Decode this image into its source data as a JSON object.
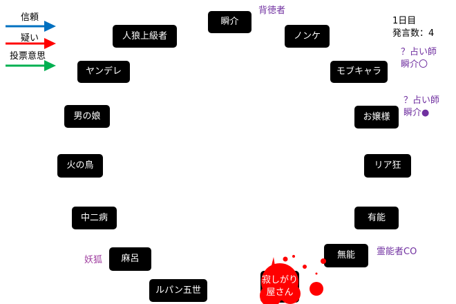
{
  "legend": {
    "trust": "信頼",
    "doubt": "疑い",
    "vote": "投票意思",
    "colors": {
      "trust": "#0070c0",
      "doubt": "#ff0000",
      "vote": "#00b050"
    }
  },
  "info": {
    "day": "1日目",
    "speech_count": "発言数：4"
  },
  "nodes": {
    "shunsuke": "瞬介",
    "jinro": "人狼上級者",
    "nonke": "ノンケ",
    "yandere": "ヤンデレ",
    "mob": "モブキャラ",
    "otokonoko": "男の娘",
    "ojousama": "お嬢様",
    "hinotori": "火の鳥",
    "riakyo": "リア狂",
    "chuni": "中二病",
    "yuno": "有能",
    "maro": "麻呂",
    "muno": "無能",
    "lupin": "ルパン五世",
    "sabishi1": "寂しがり",
    "sabishi2": "屋さん"
  },
  "labels": {
    "haitoku": "背徳者",
    "seer1a": "？占い師",
    "seer1b": "瞬介〇",
    "seer2a": "？占い師",
    "seer2b": "瞬介●",
    "medium": "霊能者CO",
    "yoko": "妖狐"
  },
  "colors": {
    "label": "#7030a0",
    "blood": "#ff0000"
  }
}
